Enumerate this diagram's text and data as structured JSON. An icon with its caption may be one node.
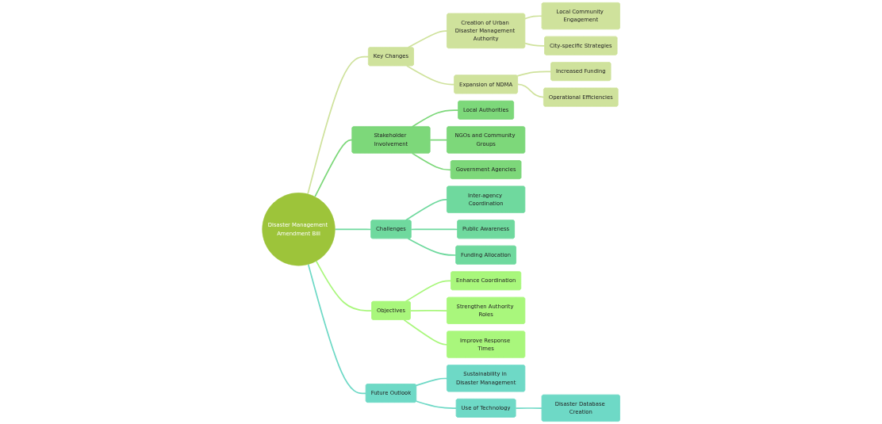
{
  "diagram": {
    "nodes": [
      {
        "text": [
          "Disaster Management Amendment Bill"
        ]
      },
      {
        "text": [
          "Key Changes"
        ]
      },
      {
        "text": [
          "Creation of Urban Disaster Management Authority"
        ]
      },
      {
        "text": [
          "Local Community Engagement"
        ]
      },
      {
        "text": [
          "City-specific Strategies"
        ]
      },
      {
        "text": [
          "Expansion of NDMA"
        ]
      },
      {
        "text": [
          "Increased Funding"
        ]
      },
      {
        "text": [
          "Operational Efficiencies"
        ]
      },
      {
        "text": [
          "Stakeholder Involvement"
        ]
      },
      {
        "text": [
          "Local Authorities"
        ]
      },
      {
        "text": [
          "NGOs and Community Groups"
        ]
      },
      {
        "text": [
          "Government Agencies"
        ]
      },
      {
        "text": [
          "Challenges"
        ]
      },
      {
        "text": [
          "Inter-agency Coordination"
        ]
      },
      {
        "text": [
          "Public Awareness"
        ]
      },
      {
        "text": [
          "Funding Allocation"
        ]
      },
      {
        "text": [
          "Objectives"
        ]
      },
      {
        "text": [
          "Enhance Coordination"
        ]
      },
      {
        "text": [
          "Strengthen Authority Roles"
        ]
      },
      {
        "text": [
          "Improve Response Times"
        ]
      },
      {
        "text": [
          "Future Outlook"
        ]
      },
      {
        "text": [
          "Sustainability in Disaster Management"
        ]
      },
      {
        "text": [
          "Use of Technology"
        ]
      },
      {
        "text": [
          "Disaster Database Creation"
        ]
      }
    ],
    "edges": [
      {
        "from": 0,
        "to": 1,
        "arrow": "none",
        "color": "#cfe29c"
      },
      {
        "from": 1,
        "to": 2,
        "arrow": "none",
        "color": "#cfe29c"
      },
      {
        "from": 2,
        "to": 3,
        "arrow": "none",
        "color": "#cfe29c"
      },
      {
        "from": 2,
        "to": 4,
        "arrow": "none",
        "color": "#cfe29c"
      },
      {
        "from": 1,
        "to": 5,
        "arrow": "none",
        "color": "#cfe29c"
      },
      {
        "from": 5,
        "to": 6,
        "arrow": "none",
        "color": "#cfe29c"
      },
      {
        "from": 5,
        "to": 7,
        "arrow": "none",
        "color": "#cfe29c"
      },
      {
        "from": 0,
        "to": 8,
        "arrow": "none",
        "color": "#7dd87a"
      },
      {
        "from": 8,
        "to": 9,
        "arrow": "none",
        "color": "#7dd87a"
      },
      {
        "from": 8,
        "to": 10,
        "arrow": "none",
        "color": "#7dd87a"
      },
      {
        "from": 8,
        "to": 11,
        "arrow": "none",
        "color": "#7dd87a"
      },
      {
        "from": 0,
        "to": 12,
        "arrow": "none",
        "color": "#6fd99e"
      },
      {
        "from": 12,
        "to": 13,
        "arrow": "none",
        "color": "#6fd99e"
      },
      {
        "from": 12,
        "to": 14,
        "arrow": "none",
        "color": "#6fd99e"
      },
      {
        "from": 12,
        "to": 15,
        "arrow": "none",
        "color": "#6fd99e"
      },
      {
        "from": 0,
        "to": 16,
        "arrow": "none",
        "color": "#a9f77c"
      },
      {
        "from": 16,
        "to": 17,
        "arrow": "none",
        "color": "#a9f77c"
      },
      {
        "from": 16,
        "to": 18,
        "arrow": "none",
        "color": "#a9f77c"
      },
      {
        "from": 16,
        "to": 19,
        "arrow": "none",
        "color": "#a9f77c"
      },
      {
        "from": 0,
        "to": 20,
        "arrow": "none",
        "color": "#6ed9c6"
      },
      {
        "from": 20,
        "to": 21,
        "arrow": "none",
        "color": "#6ed9c6"
      },
      {
        "from": 20,
        "to": 22,
        "arrow": "none",
        "color": "#6ed9c6"
      },
      {
        "from": 22,
        "to": 23,
        "arrow": "none",
        "color": "#6ed9c6"
      }
    ]
  }
}
